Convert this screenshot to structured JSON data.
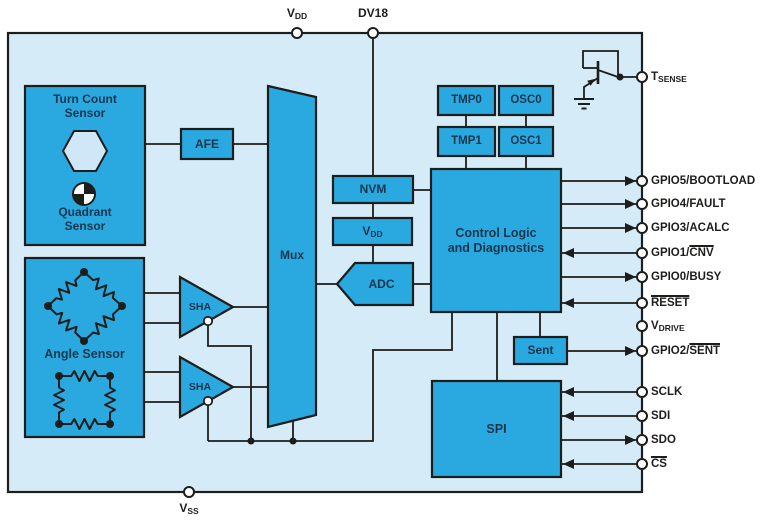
{
  "diagram": {
    "type": "ic-block-diagram",
    "colors": {
      "chip_fill": "#d6ebf8",
      "block_fill": "#2aa9e0",
      "hexagon_fill": "#cfe7f7",
      "line": "#1d1d1b",
      "block_text": "#16364e",
      "pin_text": "#1d1d1b"
    }
  },
  "blocks": {
    "turn_count": {
      "label": "Turn Count\nSensor"
    },
    "quadrant": {
      "label": "Quadrant\nSensor"
    },
    "angle": {
      "label": "Angle Sensor"
    },
    "afe": {
      "label": "AFE"
    },
    "mux": {
      "label": "Mux"
    },
    "sha1": {
      "label": "SHA"
    },
    "sha2": {
      "label": "SHA"
    },
    "nvm": {
      "label": "NVM"
    },
    "vdd_reg": {
      "main": "V",
      "sub": "DD"
    },
    "adc": {
      "label": "ADC"
    },
    "tmp0": {
      "label": "TMP0"
    },
    "tmp1": {
      "label": "TMP1"
    },
    "osc0": {
      "label": "OSC0"
    },
    "osc1": {
      "label": "OSC1"
    },
    "control": {
      "label": "Control Logic\nand Diagnostics"
    },
    "sent": {
      "label": "Sent"
    },
    "spi": {
      "label": "SPI"
    }
  },
  "pins": {
    "vdd": {
      "main": "V",
      "sub": "DD"
    },
    "dv18": {
      "label": "DV18"
    },
    "vss": {
      "main": "V",
      "sub": "SS"
    },
    "tsense": {
      "main": "T",
      "sub": "SENSE"
    },
    "gpio5": {
      "label": "GPIO5/BOOTLOAD"
    },
    "gpio4": {
      "label": "GPIO4/FAULT"
    },
    "gpio3": {
      "label": "GPIO3/ACALC"
    },
    "gpio1": {
      "prefix": "GPIO1/",
      "overline": "CNV"
    },
    "gpio0": {
      "label": "GPIO0/BUSY"
    },
    "reset": {
      "overline": "RESET"
    },
    "vdrive": {
      "main": "V",
      "sub": "DRIVE"
    },
    "gpio2": {
      "prefix": "GPIO2/",
      "overline": "SENT"
    },
    "sclk": {
      "label": "SCLK"
    },
    "sdi": {
      "label": "SDI"
    },
    "sdo": {
      "label": "SDO"
    },
    "cs": {
      "overline": "CS"
    }
  }
}
